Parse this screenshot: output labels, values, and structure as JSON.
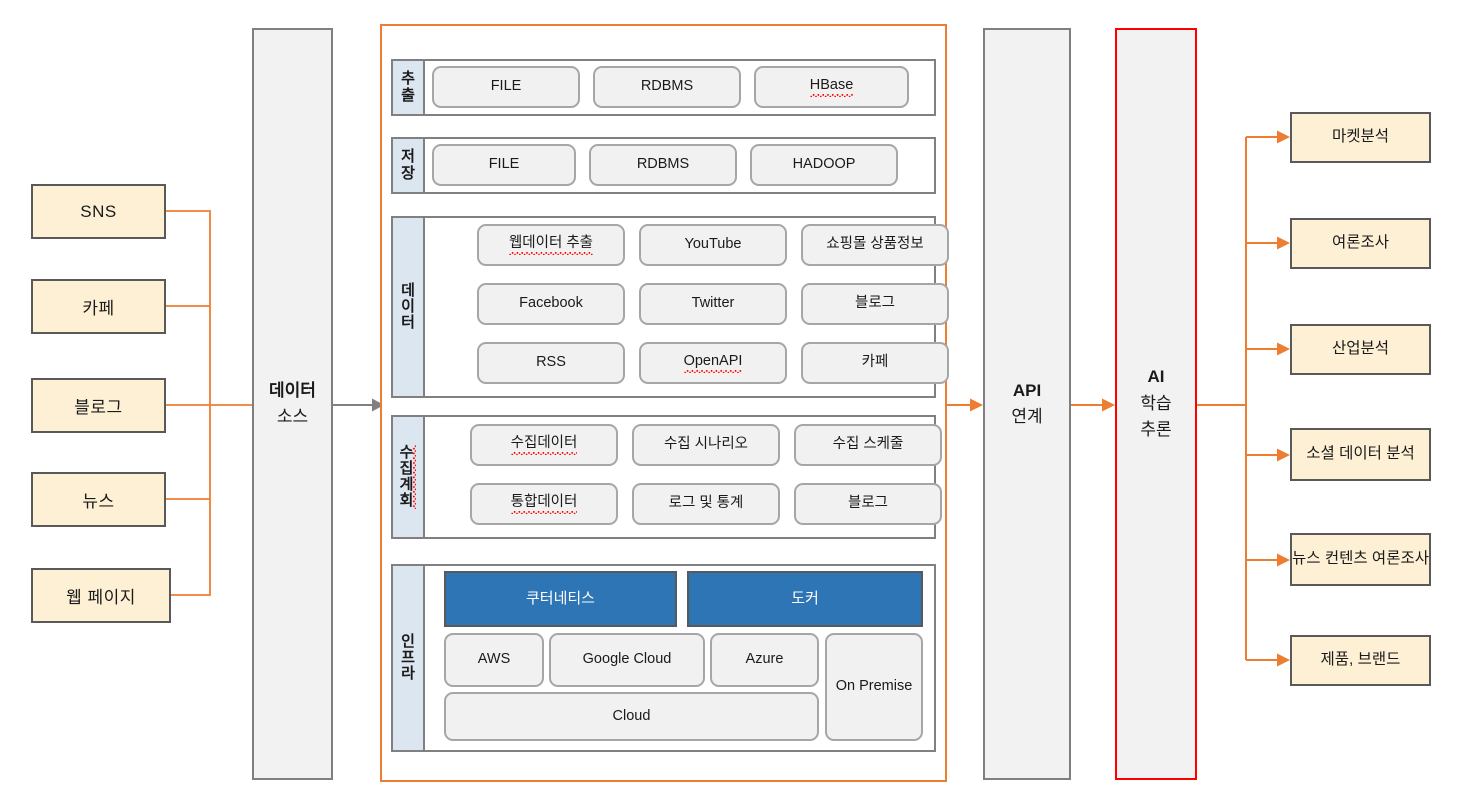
{
  "sources": {
    "items": [
      {
        "label": "SNS"
      },
      {
        "label": "카페"
      },
      {
        "label": "블로그"
      },
      {
        "label": "뉴스"
      },
      {
        "label": "웹 페이지"
      }
    ]
  },
  "data_source_pillar": {
    "line1": "데이터",
    "line2": "소스"
  },
  "api_pillar": {
    "line1": "API",
    "line2": "연계"
  },
  "ai_pillar": {
    "line1": "AI",
    "line2": "학습",
    "line3": "추론"
  },
  "panel": {
    "sections": [
      {
        "key": "extract",
        "label": "추출",
        "label_chars": [
          "추",
          "출"
        ],
        "items": [
          {
            "label": "FILE",
            "misspelled": false
          },
          {
            "label": "RDBMS",
            "misspelled": false
          },
          {
            "label": "HBase",
            "misspelled": true
          }
        ]
      },
      {
        "key": "store",
        "label": "저장",
        "label_chars": [
          "저",
          "장"
        ],
        "items": [
          {
            "label": "FILE",
            "misspelled": false
          },
          {
            "label": "RDBMS",
            "misspelled": false
          },
          {
            "label": "HADOOP",
            "misspelled": false
          }
        ]
      },
      {
        "key": "data",
        "label": "데이터",
        "label_chars": [
          "데",
          "이",
          "터"
        ],
        "items": [
          {
            "label": "웹데이터 추출",
            "misspelled": true
          },
          {
            "label": "YouTube",
            "misspelled": false
          },
          {
            "label": "쇼핑몰 상품정보",
            "misspelled": false
          },
          {
            "label": "Facebook",
            "misspelled": false
          },
          {
            "label": "Twitter",
            "misspelled": false
          },
          {
            "label": "블로그",
            "misspelled": false
          },
          {
            "label": "RSS",
            "misspelled": false
          },
          {
            "label": "OpenAPI",
            "misspelled": true
          },
          {
            "label": "카페",
            "misspelled": false
          }
        ]
      },
      {
        "key": "plan",
        "label": "수집계획",
        "label_chars": [
          "수",
          "집",
          "계",
          "회"
        ],
        "label_misspelled": true,
        "items": [
          {
            "label": "수집데이터",
            "misspelled": true
          },
          {
            "label": "수집 시나리오",
            "misspelled": false
          },
          {
            "label": "수집 스케줄",
            "misspelled": false
          },
          {
            "label": "통합데이터",
            "misspelled": true
          },
          {
            "label": "로그 및 통계",
            "misspelled": false
          },
          {
            "label": "블로그",
            "misspelled": false
          }
        ]
      },
      {
        "key": "infra",
        "label": "인프라",
        "label_chars": [
          "인",
          "프",
          "라"
        ],
        "items": [
          {
            "label": "쿠터네티스",
            "style": "blue"
          },
          {
            "label": "도커",
            "style": "blue"
          },
          {
            "label": "AWS",
            "style": "plain"
          },
          {
            "label": "Google Cloud",
            "style": "plain"
          },
          {
            "label": "Azure",
            "style": "plain"
          },
          {
            "label": "On Premise",
            "style": "plain"
          },
          {
            "label": "Cloud",
            "style": "plain"
          }
        ]
      }
    ]
  },
  "outputs": {
    "items": [
      {
        "label": "마켓분석"
      },
      {
        "label": "여론조사"
      },
      {
        "label": "산업분석"
      },
      {
        "label": "소셜 데이터 분석"
      },
      {
        "label": "뉴스 컨텐츠 여론조사"
      },
      {
        "label": "제품, 브랜드"
      }
    ]
  },
  "colors": {
    "accent_orange": "#ED7D31",
    "source_fill": "#FDF0D5",
    "pillar_fill": "#F2F2F2",
    "chip_fill": "#F1F1F1",
    "blue_chip": "#2E75B6",
    "label_fill": "#DCE6F1",
    "ai_border": "#FF0000",
    "border_gray": "#595959"
  }
}
